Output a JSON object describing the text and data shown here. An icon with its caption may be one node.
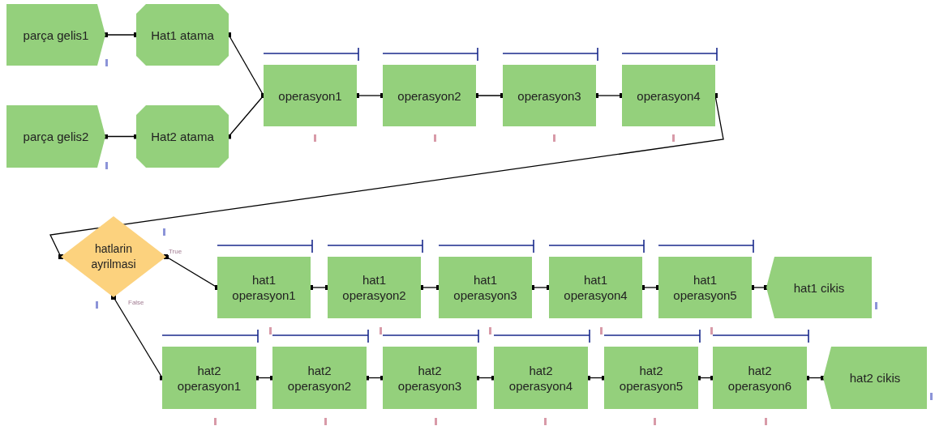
{
  "diagram": {
    "nodes": [
      {
        "text": [
          "parça gelis1"
        ]
      },
      {
        "text": [
          "Hat1 atama"
        ]
      },
      {
        "text": [
          "operasyon1"
        ]
      },
      {
        "text": [
          "operasyon2"
        ]
      },
      {
        "text": [
          "operasyon3"
        ]
      },
      {
        "text": [
          "operasyon4"
        ]
      },
      {
        "text": [
          "parça gelis2"
        ]
      },
      {
        "text": [
          "Hat2 atama"
        ]
      },
      {
        "text": [
          "hatlarin ayrilmasi"
        ]
      },
      {
        "text": [
          "hat1 operasyon1"
        ]
      },
      {
        "text": [
          "hat1 operasyon2"
        ]
      },
      {
        "text": [
          "hat1 operasyon3"
        ]
      },
      {
        "text": [
          "hat1 operasyon4"
        ]
      },
      {
        "text": [
          "hat1 operasyon5"
        ]
      },
      {
        "text": [
          "hat1 cikis"
        ]
      },
      {
        "text": [
          "hat2 operasyon1"
        ]
      },
      {
        "text": [
          "hat2 operasyon2"
        ]
      },
      {
        "text": [
          "hat2 operasyon3"
        ]
      },
      {
        "text": [
          "hat2 operasyon4"
        ]
      },
      {
        "text": [
          "hat2 operasyon5"
        ]
      },
      {
        "text": [
          "hat2 operasyon6"
        ]
      },
      {
        "text": [
          "hat2 cikis"
        ]
      }
    ],
    "edges": [
      {
        "from": 0,
        "to": 1,
        "arrow": "other"
      },
      {
        "from": 1,
        "to": 2,
        "arrow": "other"
      },
      {
        "from": 6,
        "to": 7,
        "arrow": "other"
      },
      {
        "from": 7,
        "to": 2,
        "arrow": "other"
      },
      {
        "from": 2,
        "to": 3,
        "arrow": "other"
      },
      {
        "from": 3,
        "to": 4,
        "arrow": "other"
      },
      {
        "from": 4,
        "to": 5,
        "arrow": "other"
      },
      {
        "from": 5,
        "to": 8,
        "arrow": "other"
      },
      {
        "from": 8,
        "to": 9,
        "arrow": "other",
        "label": "True"
      },
      {
        "from": 8,
        "to": 15,
        "arrow": "other",
        "label": "False"
      },
      {
        "from": 9,
        "to": 10,
        "arrow": "other"
      },
      {
        "from": 10,
        "to": 11,
        "arrow": "other"
      },
      {
        "from": 11,
        "to": 12,
        "arrow": "other"
      },
      {
        "from": 12,
        "to": 13,
        "arrow": "other"
      },
      {
        "from": 13,
        "to": 14,
        "arrow": "other"
      },
      {
        "from": 15,
        "to": 16,
        "arrow": "other"
      },
      {
        "from": 16,
        "to": 17,
        "arrow": "other"
      },
      {
        "from": 17,
        "to": 18,
        "arrow": "other"
      },
      {
        "from": 18,
        "to": 19,
        "arrow": "other"
      },
      {
        "from": 19,
        "to": 20,
        "arrow": "other"
      },
      {
        "from": 20,
        "to": 21,
        "arrow": "other"
      }
    ]
  }
}
